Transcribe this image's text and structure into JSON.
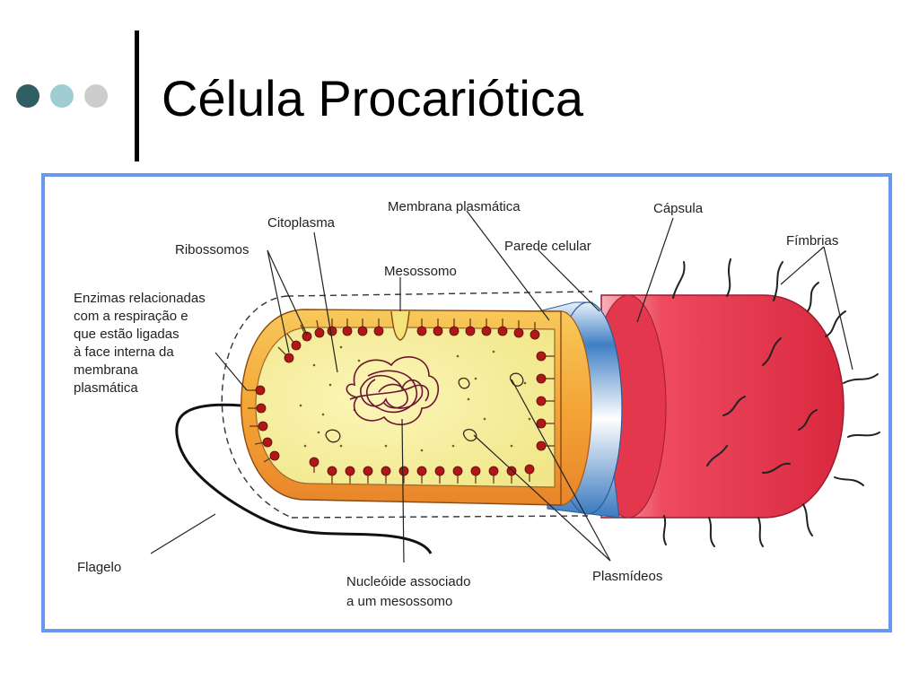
{
  "slide": {
    "title": "Célula Procariótica",
    "bullet_colors": [
      "#2f5f63",
      "#9fcdd1",
      "#cdcdcd"
    ],
    "frame_color": "#6699ee"
  },
  "diagram": {
    "labels": {
      "citoplasma": "Citoplasma",
      "membrana_plasmatica": "Membrana plasmática",
      "capsula": "Cápsula",
      "ribossomos": "Ribossomos",
      "parede_celular": "Parede celular",
      "fimbrias": "Fímbrias",
      "mesossomo": "Mesossomo",
      "enzimas": [
        "Enzimas relacionadas",
        "com a respiração e",
        "que estão ligadas",
        "à face interna da",
        "membrana",
        "plasmática"
      ],
      "flagelo": "Flagelo",
      "nucleoide": [
        "Nucleóide associado",
        "a um mesossomo"
      ],
      "plasmideos": "Plasmídeos"
    },
    "colors": {
      "capsule": "#e8324a",
      "wall_blue": "#4a87c8",
      "membrane_orange": "#f0a030",
      "cytoplasm": "#f5ee95",
      "ribosome": "#b01818",
      "dna": "#6b1530"
    }
  }
}
